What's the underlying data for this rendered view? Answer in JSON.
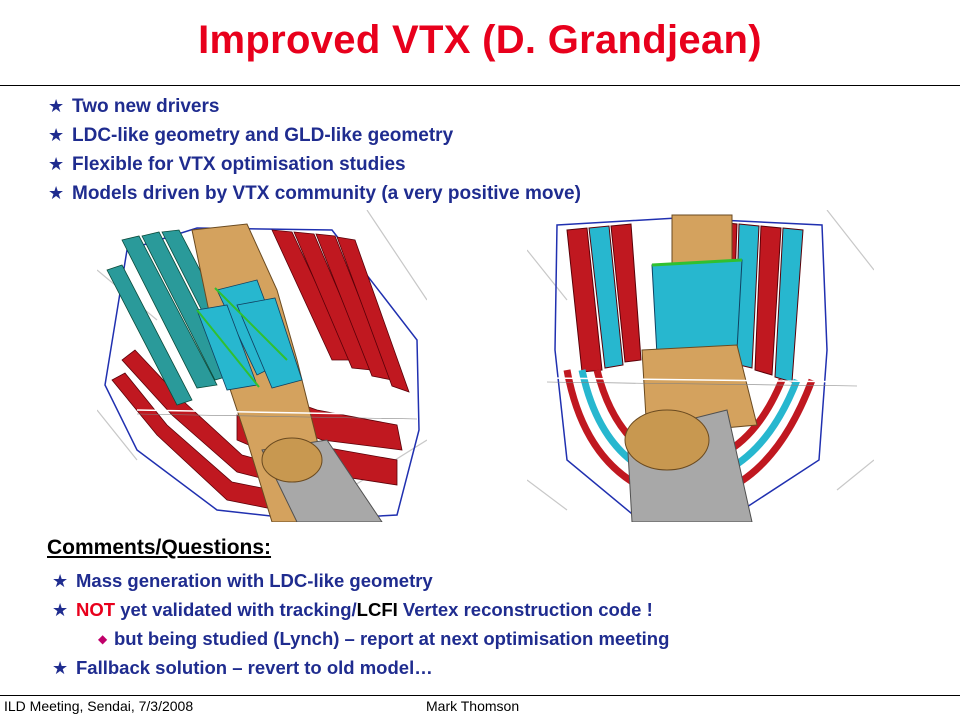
{
  "slide": {
    "title": "Improved VTX (D. Grandjean)",
    "bullet_icon": "star-icon",
    "bullets": [
      "Two new drivers",
      "LDC-like geometry and GLD-like geometry",
      "Flexible for VTX optimisation studies",
      "Models driven by VTX community (a very positive move)"
    ],
    "comments": {
      "heading": "Comments/Questions:",
      "items": [
        {
          "text": "Mass generation with LDC-like geometry"
        },
        {
          "prefix": "NOT",
          "middle": " yet validated with tracking/",
          "highlight": "LCFI",
          "suffix": " Vertex reconstruction code !"
        },
        {
          "sub_icon": "diamond-icon",
          "text": "but being studied (Lynch) – report at next optimisation meeting"
        },
        {
          "text": "Fallback solution – revert to old model…"
        }
      ]
    },
    "colors": {
      "title": "#e8001c",
      "text": "#1f2c8f",
      "accent_red": "#c01820",
      "accent_cyan": "#27b7cf",
      "beam_tan": "#d4a25e"
    }
  },
  "footer": {
    "left": "ILD Meeting, Sendai, 7/3/2008",
    "center": "Mark Thomson"
  }
}
